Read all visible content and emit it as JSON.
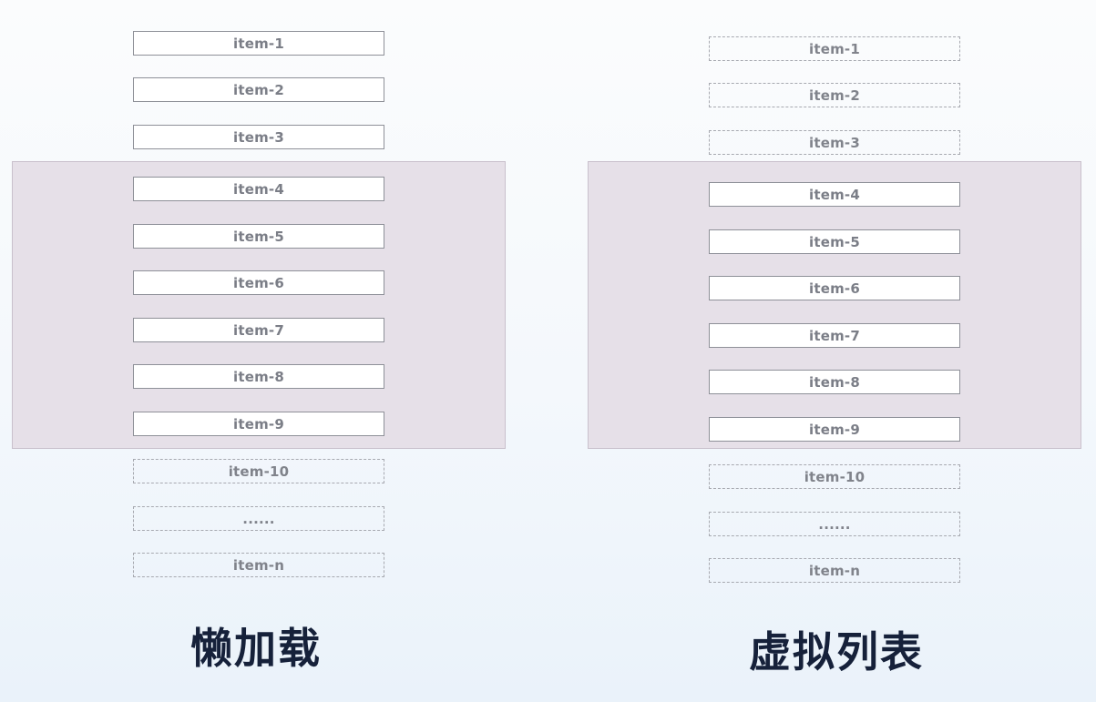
{
  "lazy_load": {
    "caption": "懒加载",
    "items": [
      {
        "label": "item-1",
        "style": "solid"
      },
      {
        "label": "item-2",
        "style": "solid"
      },
      {
        "label": "item-3",
        "style": "solid"
      },
      {
        "label": "item-4",
        "style": "solid"
      },
      {
        "label": "item-5",
        "style": "solid"
      },
      {
        "label": "item-6",
        "style": "solid"
      },
      {
        "label": "item-7",
        "style": "solid"
      },
      {
        "label": "item-8",
        "style": "solid"
      },
      {
        "label": "item-9",
        "style": "solid"
      },
      {
        "label": "item-10",
        "style": "dashed"
      },
      {
        "label": "......",
        "style": "dashed"
      },
      {
        "label": "item-n",
        "style": "dashed"
      }
    ]
  },
  "virtual_list": {
    "caption": "虚拟列表",
    "items": [
      {
        "label": "item-1",
        "style": "dashed"
      },
      {
        "label": "item-2",
        "style": "dashed"
      },
      {
        "label": "item-3",
        "style": "dashed"
      },
      {
        "label": "item-4",
        "style": "solid"
      },
      {
        "label": "item-5",
        "style": "solid"
      },
      {
        "label": "item-6",
        "style": "solid"
      },
      {
        "label": "item-7",
        "style": "solid"
      },
      {
        "label": "item-8",
        "style": "solid"
      },
      {
        "label": "item-9",
        "style": "solid"
      },
      {
        "label": "item-10",
        "style": "dashed"
      },
      {
        "label": "......",
        "style": "dashed"
      },
      {
        "label": "item-n",
        "style": "dashed"
      }
    ]
  },
  "colors": {
    "viewport_fill": "#e6e0e8",
    "item_border": "#8e9098",
    "item_text": "#7b7e87",
    "caption_text": "#16213a"
  }
}
